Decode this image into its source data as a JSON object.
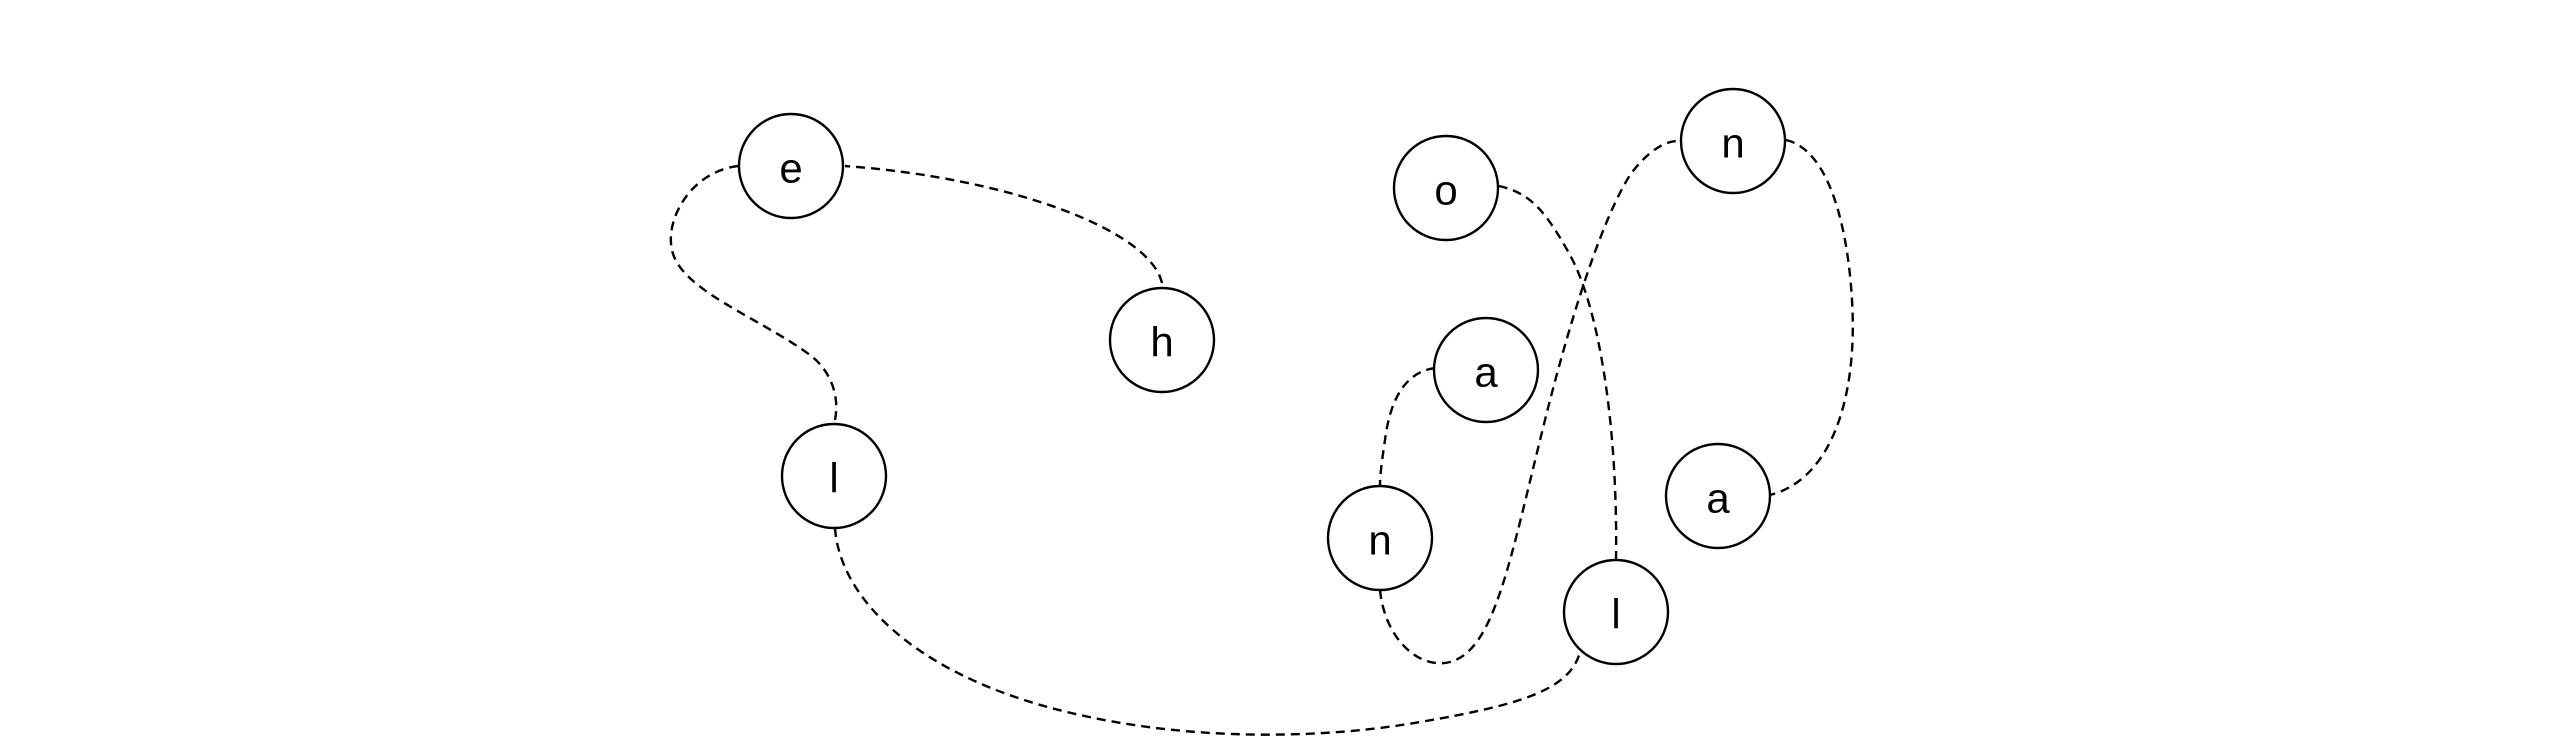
{
  "diagram": {
    "nodes": [
      {
        "id": "e",
        "label": "e"
      },
      {
        "id": "h",
        "label": "h"
      },
      {
        "id": "l1",
        "label": "l"
      },
      {
        "id": "o",
        "label": "o"
      },
      {
        "id": "a1",
        "label": "a"
      },
      {
        "id": "n1",
        "label": "n"
      },
      {
        "id": "l2",
        "label": "l"
      },
      {
        "id": "n2",
        "label": "n"
      },
      {
        "id": "a2",
        "label": "a"
      }
    ],
    "edges": [
      {
        "from": "h",
        "to": "e"
      },
      {
        "from": "e",
        "to": "l1"
      },
      {
        "from": "l1",
        "to": "l2"
      },
      {
        "from": "l2",
        "to": "o"
      },
      {
        "from": "a1",
        "to": "n1"
      },
      {
        "from": "n1",
        "to": "n2"
      },
      {
        "from": "n2",
        "to": "a2"
      }
    ]
  }
}
